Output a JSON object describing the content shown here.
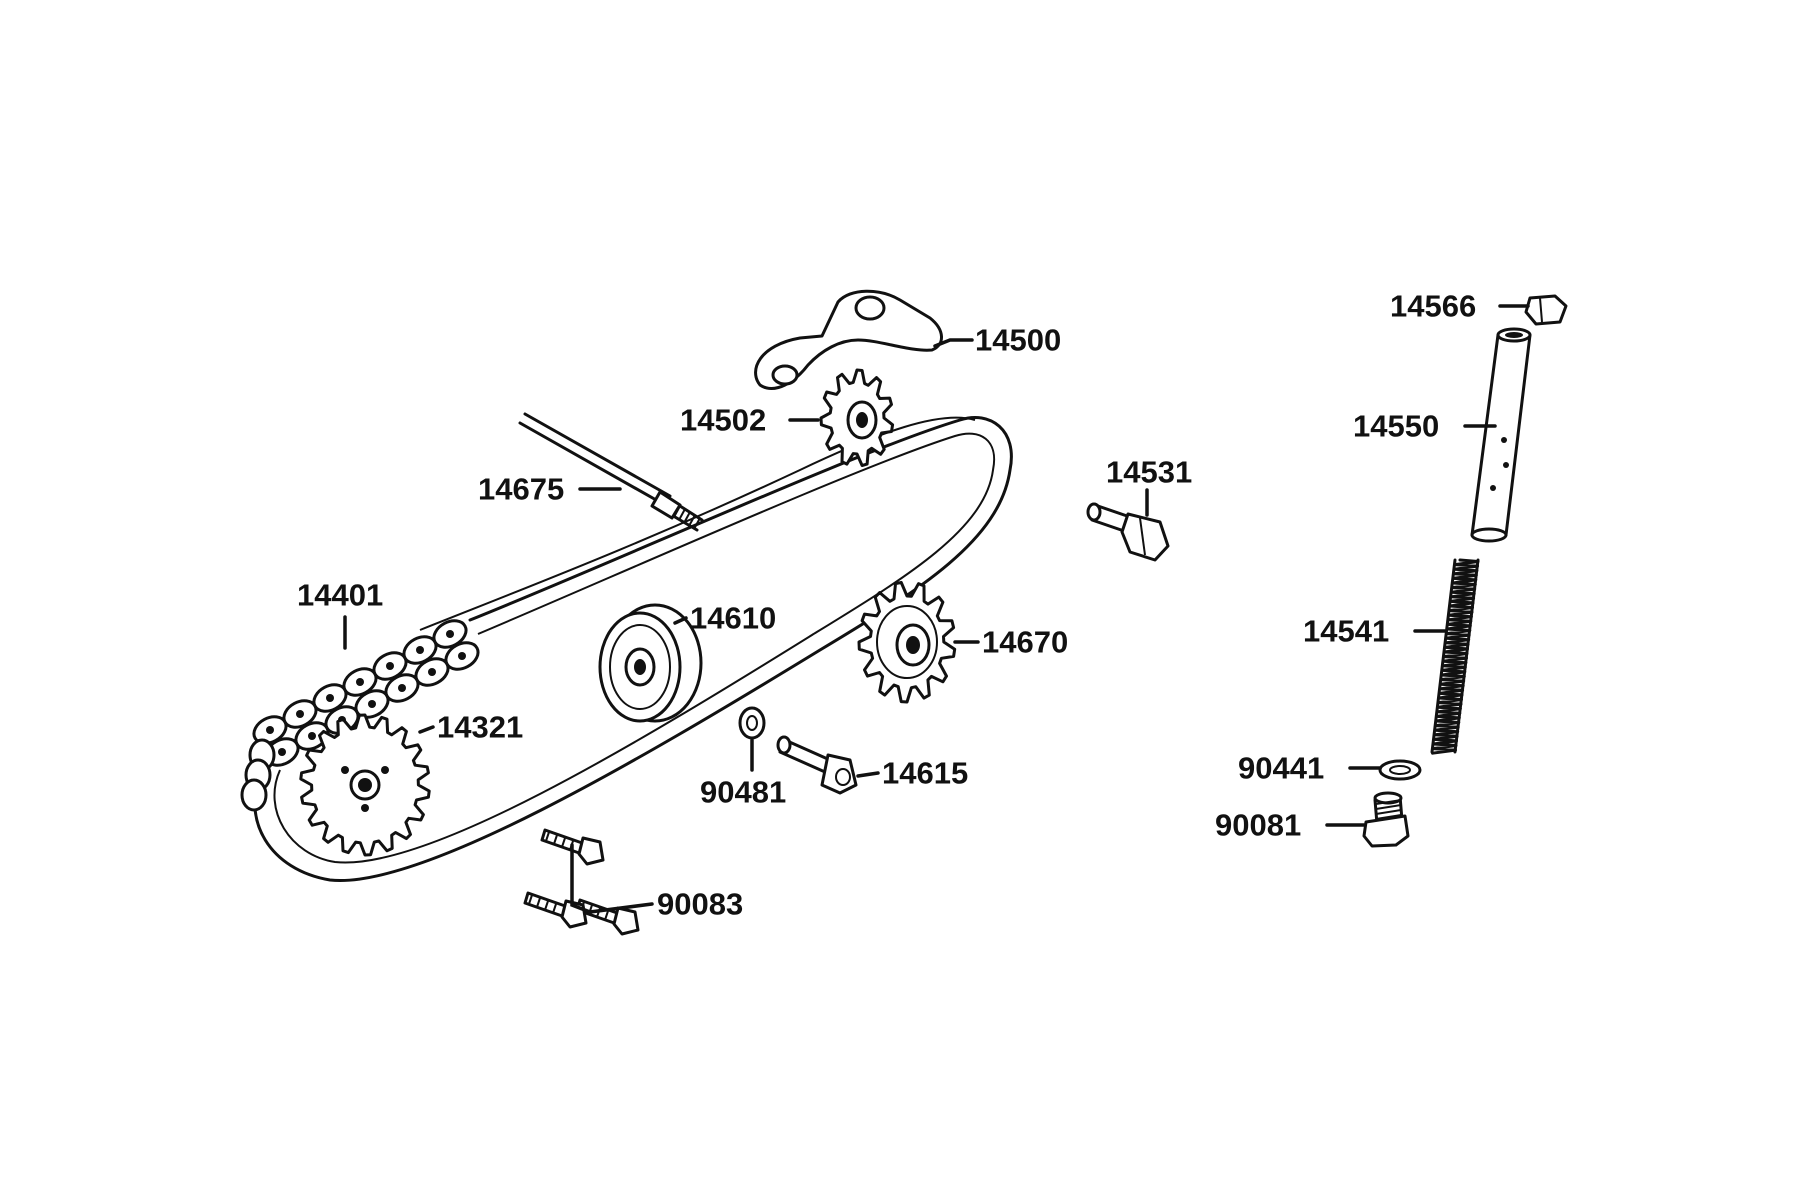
{
  "parts": [
    {
      "id": "p14500",
      "number": "14500",
      "name": "chain guide bracket"
    },
    {
      "id": "p14502",
      "number": "14502",
      "name": "guide sprocket"
    },
    {
      "id": "p14675",
      "number": "14675",
      "name": "long stud"
    },
    {
      "id": "p14401",
      "number": "14401",
      "name": "cam chain"
    },
    {
      "id": "p14610",
      "number": "14610",
      "name": "guide roller"
    },
    {
      "id": "p14670",
      "number": "14670",
      "name": "tensioner sprocket"
    },
    {
      "id": "p14321",
      "number": "14321",
      "name": "crank sprocket"
    },
    {
      "id": "p90481",
      "number": "90481",
      "name": "washer"
    },
    {
      "id": "p14615",
      "number": "14615",
      "name": "pivot bolt"
    },
    {
      "id": "p90083",
      "number": "90083",
      "name": "bolts"
    },
    {
      "id": "p14531",
      "number": "14531",
      "name": "shoulder bolt"
    },
    {
      "id": "p14566",
      "number": "14566",
      "name": "cap"
    },
    {
      "id": "p14550",
      "number": "14550",
      "name": "tensioner rod"
    },
    {
      "id": "p14541",
      "number": "14541",
      "name": "spring"
    },
    {
      "id": "p90441",
      "number": "90441",
      "name": "gasket"
    },
    {
      "id": "p90081",
      "number": "90081",
      "name": "plug bolt"
    }
  ]
}
